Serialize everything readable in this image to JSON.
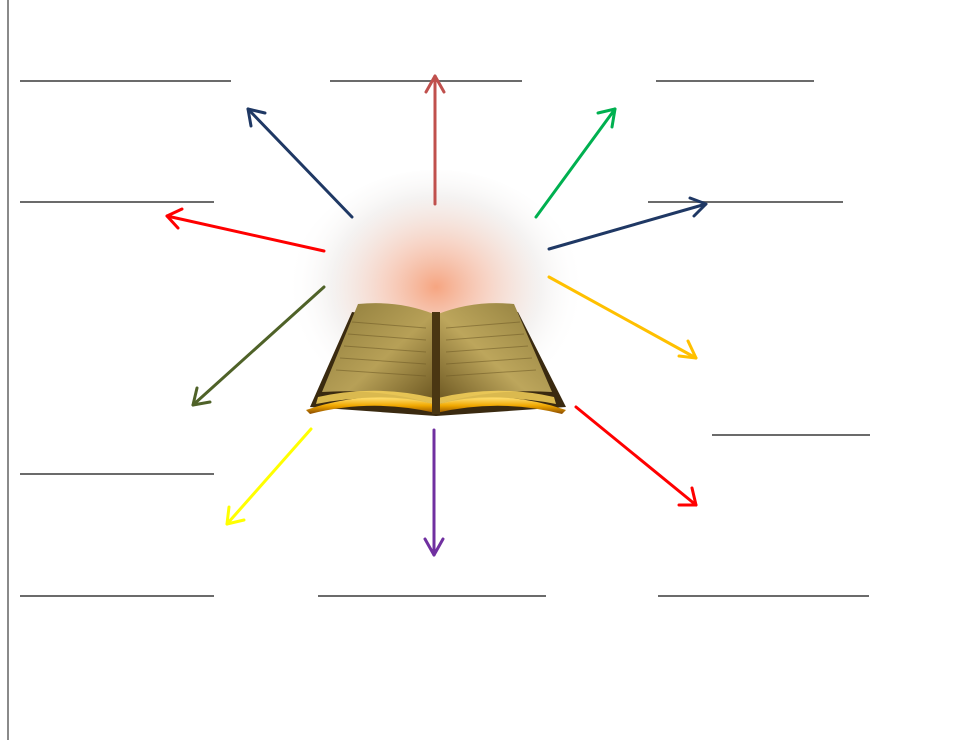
{
  "diagram": {
    "center": {
      "icon": "open-bible-icon"
    },
    "colors": {
      "border": "#8a8a8a",
      "blank_line": "#6b6b6b",
      "glow": "#f28a6a"
    },
    "blanks": [
      {
        "name": "blank-line-top-left",
        "text": ""
      },
      {
        "name": "blank-line-top-center",
        "text": ""
      },
      {
        "name": "blank-line-top-right",
        "text": ""
      },
      {
        "name": "blank-line-upper-left",
        "text": ""
      },
      {
        "name": "blank-line-upper-right",
        "text": ""
      },
      {
        "name": "blank-line-right",
        "text": ""
      },
      {
        "name": "blank-line-lower-left",
        "text": ""
      },
      {
        "name": "blank-line-bottom-left",
        "text": ""
      },
      {
        "name": "blank-line-bottom-center",
        "text": ""
      },
      {
        "name": "blank-line-bottom-right",
        "text": ""
      }
    ],
    "arrows": [
      {
        "name": "arrow-up",
        "color": "#c0504d"
      },
      {
        "name": "arrow-up-right",
        "color": "#00b050"
      },
      {
        "name": "arrow-right-up",
        "color": "#1f3864"
      },
      {
        "name": "arrow-right-down",
        "color": "#ffc000"
      },
      {
        "name": "arrow-down-right",
        "color": "#ff0000"
      },
      {
        "name": "arrow-down",
        "color": "#7030a0"
      },
      {
        "name": "arrow-down-left",
        "color": "#ffff00"
      },
      {
        "name": "arrow-left-down",
        "color": "#4f6228"
      },
      {
        "name": "arrow-left",
        "color": "#ff0000"
      },
      {
        "name": "arrow-up-left",
        "color": "#1f3864"
      }
    ]
  }
}
